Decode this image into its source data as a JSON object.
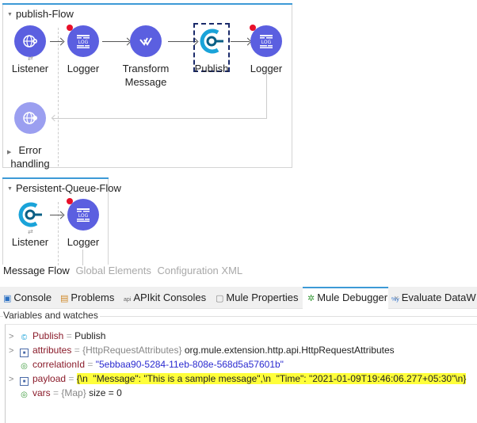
{
  "flows": [
    {
      "name": "publish-Flow",
      "nodes": [
        {
          "label": "Listener",
          "icon": "http-listener-icon",
          "breakpoint": false
        },
        {
          "label": "Logger",
          "icon": "logger-icon",
          "breakpoint": true
        },
        {
          "label_line1": "Transform",
          "label_line2": "Message",
          "icon": "dataweave-icon",
          "breakpoint": false
        },
        {
          "label": "Publish",
          "icon": "vm-publish-icon",
          "breakpoint": false,
          "selected": true
        },
        {
          "label": "Logger",
          "icon": "logger-icon",
          "breakpoint": true
        }
      ],
      "error_handling": {
        "label_line1": "Error",
        "label_line2": "handling"
      }
    },
    {
      "name": "Persistent-Queue-Flow",
      "nodes": [
        {
          "label": "Listener",
          "icon": "vm-listener-icon",
          "breakpoint": false
        },
        {
          "label": "Logger",
          "icon": "logger-icon",
          "breakpoint": true
        }
      ]
    }
  ],
  "editor_tabs": [
    {
      "label": "Message Flow",
      "active": true
    },
    {
      "label": "Global Elements",
      "active": false
    },
    {
      "label": "Configuration XML",
      "active": false
    }
  ],
  "panel_tabs": [
    {
      "label": "Console",
      "icon": "console-icon"
    },
    {
      "label": "Problems",
      "icon": "problems-icon"
    },
    {
      "label": "APIkit Consoles",
      "icon": "api-icon",
      "icon_text": "api"
    },
    {
      "label": "Mule Properties",
      "icon": "properties-icon"
    },
    {
      "label": "Mule Debugger",
      "icon": "debugger-icon",
      "active": true,
      "close": "×"
    },
    {
      "label": "Evaluate DataW",
      "icon": "evaluate-icon",
      "icon_text": "%y"
    }
  ],
  "variables": {
    "title": "Variables and watches",
    "rows": [
      {
        "expandable": true,
        "name": "Publish",
        "eq": "=",
        "type": "",
        "value": "Publish"
      },
      {
        "expandable": true,
        "name": "attributes",
        "eq": "=",
        "type": "{HttpRequestAttributes}",
        "value": "org.mule.extension.http.api.HttpRequestAttributes"
      },
      {
        "expandable": false,
        "name": "correlationId",
        "eq": "=",
        "type": "",
        "value": "\"5ebbaa90-5284-11eb-808e-568d5a57601b\""
      },
      {
        "expandable": true,
        "name": "payload",
        "eq": "=",
        "type": "",
        "value": "{\\n  \"Message\": \"This is a sample message\",\\n  \"Time\": \"2021-01-09T19:46:06.277+05:30\"\\n}"
      },
      {
        "expandable": false,
        "name": "vars",
        "eq": "=",
        "type": "{Map}",
        "value": "size = 0"
      }
    ]
  },
  "colors": {
    "node_primary": "#5b5fe0",
    "node_error": "#9b9ff0",
    "vm_teal": "#1aa3d9",
    "breakpoint": "#e8102a",
    "highlight": "#ffff3a",
    "accent_tab": "#3d9ad6"
  }
}
